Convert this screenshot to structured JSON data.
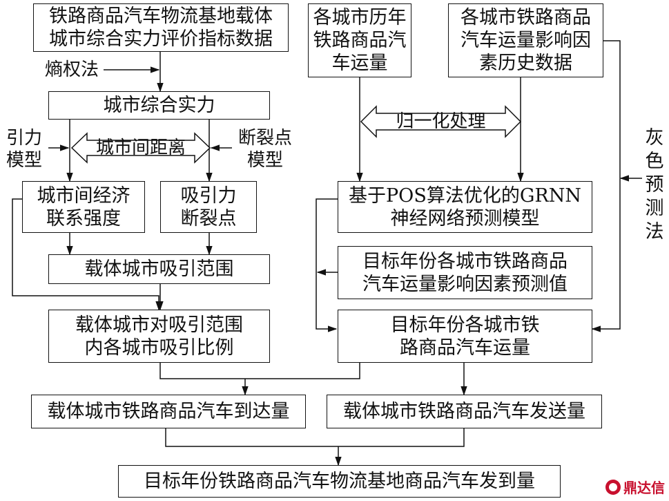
{
  "boxes": {
    "data_eval": "铁路商品汽车物流基地载体\n城市综合实力评价指标数据",
    "city_volume": "各城市历年\n铁路商品汽\n车运量",
    "factors_hist": "各城市铁路商品\n汽车运量影响因\n素历史数据",
    "city_strength": "城市综合实力",
    "city_distance": "城市间距离",
    "normalization": "归一化处理",
    "economic_link": "城市间经济\n联系强度",
    "breakpoint": "吸引力\n断裂点",
    "grnn_model": "基于POS算法优化的GRNN\n神经网络预测模型",
    "attraction_range": "载体城市吸引范围",
    "factors_pred": "目标年份各城市铁路商品\n汽车运量影响因素预测值",
    "attraction_ratio": "载体城市对吸引范围\n内各城市吸引比例",
    "target_volume": "目标年份各城市铁\n路商品汽车运量",
    "arrival": "载体城市铁路商品汽车到达量",
    "dispatch": "载体城市铁路商品汽车发送量",
    "final": "目标年份铁路商品汽车物流基地商品汽车发到量"
  },
  "labels": {
    "entropy": "熵权法",
    "gravity": "引力\n模型",
    "breakpoint_model": "断裂点\n模型",
    "grey": "灰\n色\n预\n测\n法"
  },
  "logo": {
    "text": "鼎达信",
    "color": "#c8102e"
  }
}
